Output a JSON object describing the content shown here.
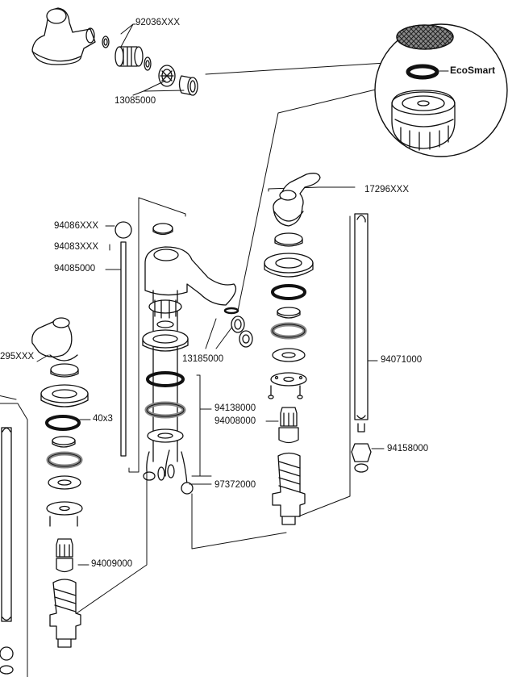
{
  "labels": {
    "l92036": "92036XXX",
    "l13085": "13085000",
    "ecosmart": "EcoSmart",
    "l17296": "17296XXX",
    "l94086": "94086XXX",
    "l94083": "94083XXX",
    "l94085": "94085000",
    "l13185": "13185000",
    "l94071": "94071000",
    "l295": "295XXX",
    "l40x3": "40x3",
    "l94138": "94138000",
    "l94008": "94008000",
    "l94158": "94158000",
    "l97372": "97372000",
    "l94009": "94009000"
  }
}
